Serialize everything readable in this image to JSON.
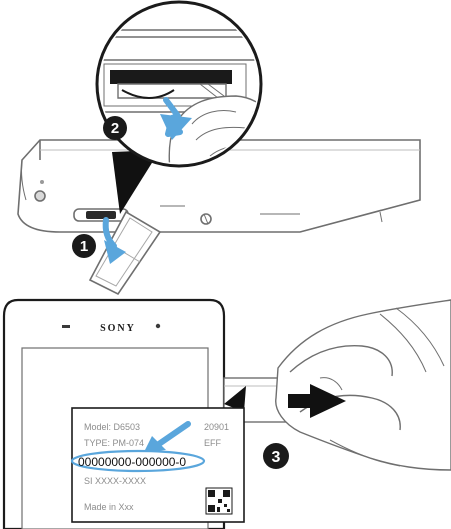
{
  "steps": {
    "step1": "1",
    "step2": "2",
    "step3": "3"
  },
  "phone": {
    "brand": "SONY"
  },
  "label_sticker": {
    "model_line": "Model: D6503",
    "model_code": "20901",
    "type_line": "TYPE: PM-074",
    "type_code": "EFF",
    "imei_line": "00000000-000000-0",
    "serial_line": "SI XXXX-XXXX",
    "made_line": "Made in Xxx"
  },
  "colors": {
    "accent_blue": "#5aa6dc",
    "step_badge": "#1a1a1a",
    "line_art": "#6f6f6f"
  }
}
